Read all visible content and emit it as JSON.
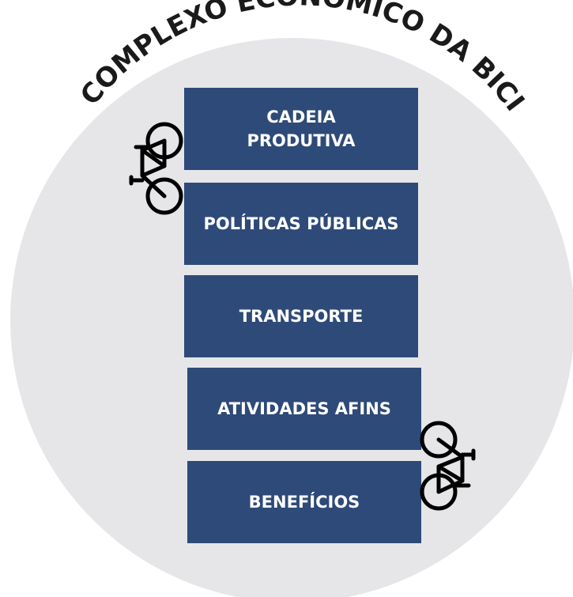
{
  "title": "COMPLEXO ECONÔMICO DA BICICLETA",
  "colors": {
    "circle": "#e6e6e9",
    "box": "#2e4a78",
    "box_text": "#ffffff",
    "title_text": "#1a1a1a",
    "bike_stroke": "#000000"
  },
  "boxes": [
    {
      "label": "CADEIA PRODUTIVA"
    },
    {
      "label": "POLÍTICAS PÚBLICAS"
    },
    {
      "label": "TRANSPORTE"
    },
    {
      "label": "ATIVIDADES AFINS"
    },
    {
      "label": "BENEFÍCIOS"
    }
  ],
  "icons": {
    "bike_top": "bicycle-icon",
    "bike_bottom": "bicycle-icon"
  }
}
